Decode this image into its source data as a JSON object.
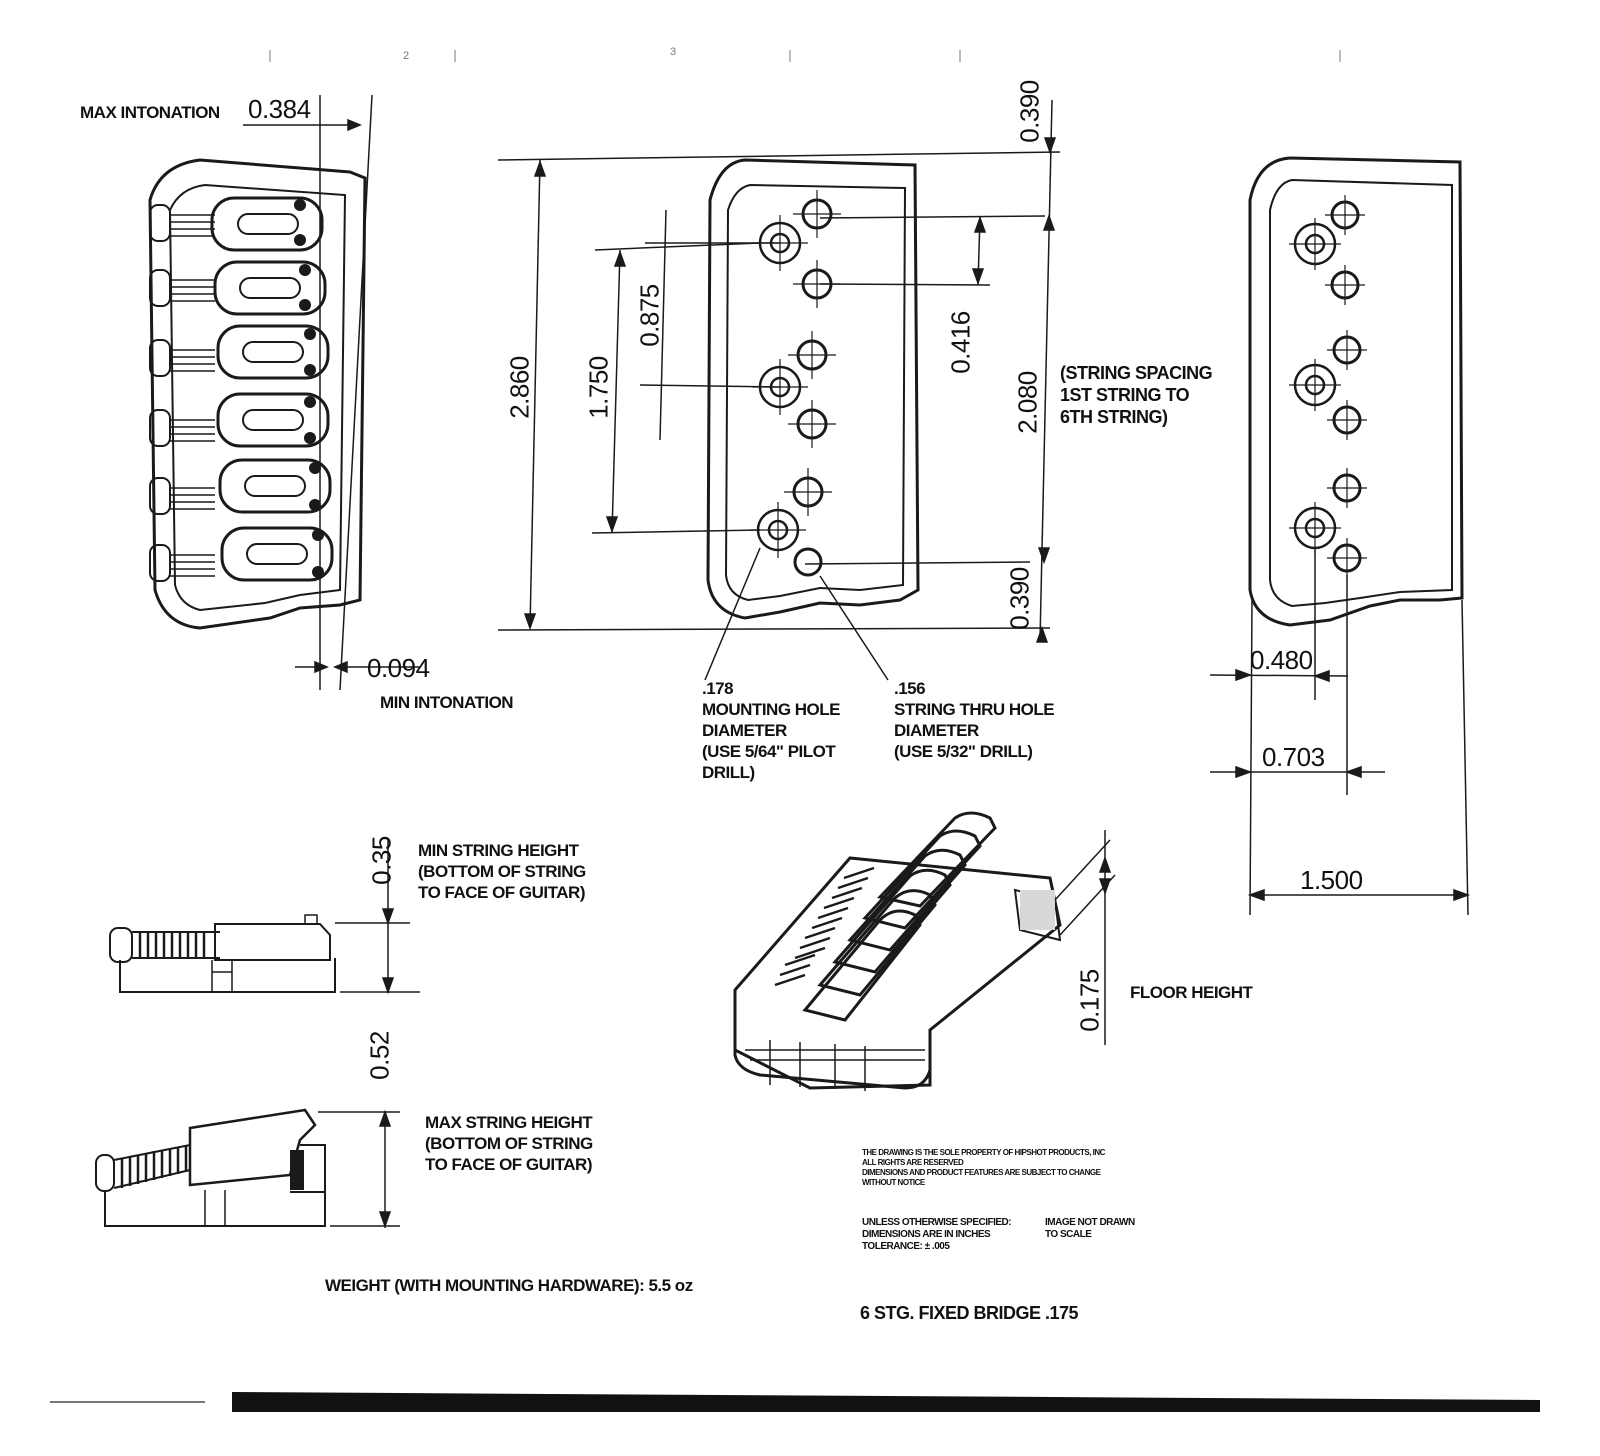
{
  "sheet_marks": [
    "2",
    "3"
  ],
  "top_left": {
    "max_intonation_label": "MAX INTONATION",
    "max_intonation_value": "0.384",
    "min_intonation_value": "0.094",
    "min_intonation_label": "MIN INTONATION"
  },
  "top_center": {
    "dim_2860": "2.860",
    "dim_1750": "1.750",
    "dim_0875": "0.875",
    "dim_0416": "0.416",
    "dim_2080": "2.080",
    "dim_0390_top": "0.390",
    "dim_0390_bottom": "0.390",
    "string_spacing_note": "(STRING SPACING\n1ST STRING TO\n6TH STRING)",
    "mounting_hole_note": ".178\nMOUNTING HOLE\nDIAMETER\n(USE 5/64\" PILOT\nDRILL)",
    "string_thru_note": ".156\nSTRING THRU HOLE\nDIAMETER\n(USE 5/32\" DRILL)"
  },
  "top_right": {
    "dim_0480": "0.480",
    "dim_0703": "0.703",
    "dim_1500": "1.500"
  },
  "side_views": {
    "min_height_value": "0.35",
    "min_height_note": "MIN STRING HEIGHT\n(BOTTOM OF STRING\nTO FACE OF GUITAR)",
    "max_height_value": "0.52",
    "max_height_note": "MAX STRING HEIGHT\n(BOTTOM OF STRING\nTO FACE OF GUITAR)"
  },
  "iso_view": {
    "floor_height_value": "0.175",
    "floor_height_label": "FLOOR HEIGHT"
  },
  "footer": {
    "property_note": "THE DRAWING IS THE SOLE PROPERTY OF HIPSHOT PRODUCTS, INC\nALL RIGHTS ARE RESERVED\nDIMENSIONS AND PRODUCT FEATURES ARE SUBJECT TO CHANGE\nWITHOUT NOTICE",
    "unless_note": "UNLESS OTHERWISE SPECIFIED:\nDIMENSIONS ARE IN INCHES\nTOLERANCE: ± .005",
    "scale_note": "IMAGE NOT DRAWN\nTO SCALE",
    "weight_text": "WEIGHT (WITH MOUNTING HARDWARE): 5.5 oz",
    "drawing_title": "6 STG. FIXED BRIDGE .175"
  }
}
